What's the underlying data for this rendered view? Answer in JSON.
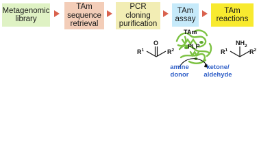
{
  "workflow": {
    "steps": [
      {
        "label": "Metagenomic\nlibrary",
        "color": "#dff2c4"
      },
      {
        "label": "TAm\nsequence\nretrieval",
        "color": "#f3cdb8"
      },
      {
        "label": "PCR\ncloning\npurification",
        "color": "#f2edb4"
      },
      {
        "label": "TAm\nassay",
        "color": "#c6eafa"
      },
      {
        "label": "TAm\nreactions",
        "color": "#f8ea2f"
      }
    ],
    "arrow_color": "#d9614d"
  },
  "reaction": {
    "enzyme_label": "TAm",
    "cofactor_label": "PLP",
    "substrate": {
      "o": "O",
      "r1": "R",
      "r1_sup": "1",
      "r2": "R",
      "r2_sup": "2"
    },
    "product": {
      "nh2": "NH",
      "nh2_sub": "2",
      "r1": "R",
      "r1_sup": "1",
      "r2": "R",
      "r2_sup": "2"
    },
    "amine_donor": [
      "amine",
      "donor"
    ],
    "coproduct": [
      "ketone/",
      "aldehyde"
    ],
    "label_color": "#2f5fc8",
    "protein_color": "#7cc242"
  }
}
